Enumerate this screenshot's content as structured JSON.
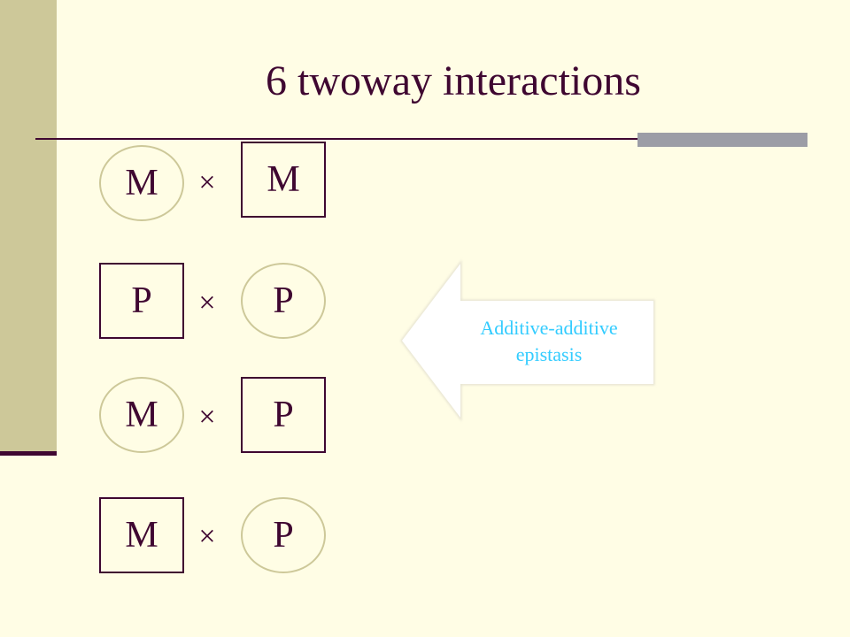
{
  "title": "6 twoway interactions",
  "rows": [
    {
      "left": "M",
      "operator": "×",
      "right": "M"
    },
    {
      "left": "P",
      "operator": "×",
      "right": "P"
    },
    {
      "left": "M",
      "operator": "×",
      "right": "P"
    },
    {
      "left": "M",
      "operator": "×",
      "right": "P"
    }
  ],
  "callout": {
    "line1": "Additive-additive",
    "line2": "epistasis"
  },
  "colors": {
    "background": "#FFFDE5",
    "band": "#CDC899",
    "text": "#3F0731",
    "accent": "#9C9DA6",
    "callout_text": "#33CCFF"
  }
}
